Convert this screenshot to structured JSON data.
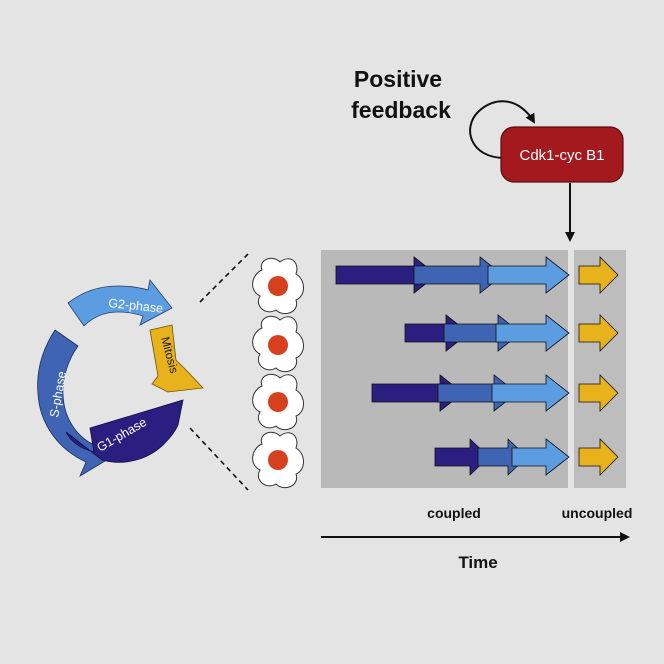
{
  "feedback": {
    "title_line1": "Positive",
    "title_line2": "feedback",
    "protein_label": "Cdk1-cyc B1"
  },
  "cell_cycle": {
    "g2_label": "G2-phase",
    "s_label": "S-phase",
    "g1_label": "G1-phase",
    "mitosis_label": "Mitosis"
  },
  "panel": {
    "coupled_label": "coupled",
    "uncoupled_label": "uncoupled",
    "axis_label": "Time"
  },
  "colors": {
    "background": "#e4e4e4",
    "g1_phase": "#2a1f80",
    "s_phase": "#3f64b4",
    "g2_phase": "#5b9de0",
    "mitosis": "#e8b21c",
    "cdk1_box": "#a3191e",
    "cell_nucleus": "#d7401f",
    "panel_coupled": "#b9b9b9",
    "panel_uncoupled": "#bdbdbd"
  }
}
